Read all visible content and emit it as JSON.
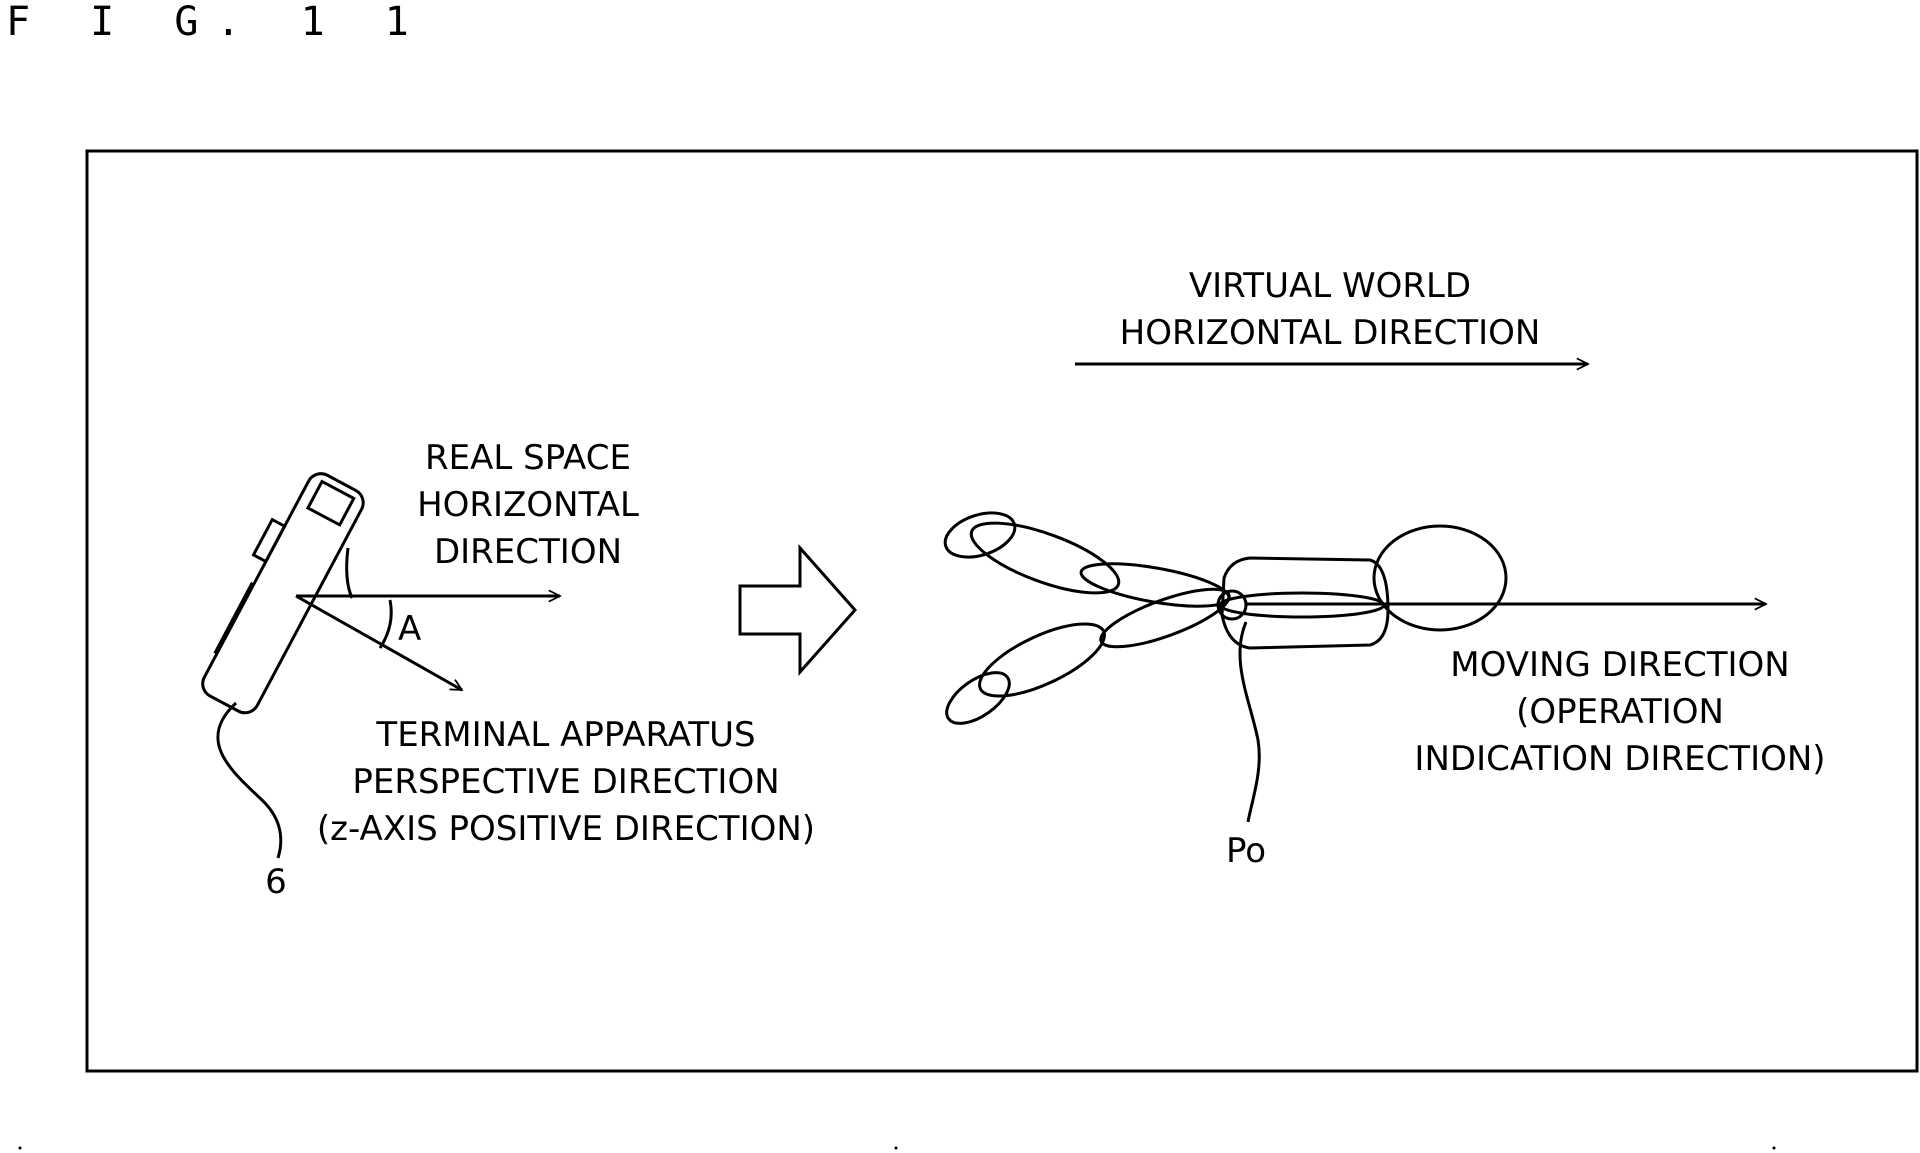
{
  "figure": {
    "label": "F I G. 1 1"
  },
  "left_panel": {
    "real_space_label": [
      "REAL SPACE",
      "HORIZONTAL",
      "DIRECTION"
    ],
    "angle_label": "A",
    "terminal_label": [
      "TERMINAL APPARATUS",
      "PERSPECTIVE DIRECTION",
      "(z-AXIS POSITIVE DIRECTION)"
    ],
    "device_ref": "6"
  },
  "right_panel": {
    "virtual_world_label": [
      "VIRTUAL WORLD",
      "HORIZONTAL DIRECTION"
    ],
    "moving_label": [
      "MOVING DIRECTION",
      "(OPERATION",
      "INDICATION DIRECTION)"
    ],
    "point_ref": "Po"
  },
  "colors": {
    "ink": "#000000",
    "background": "#ffffff"
  }
}
